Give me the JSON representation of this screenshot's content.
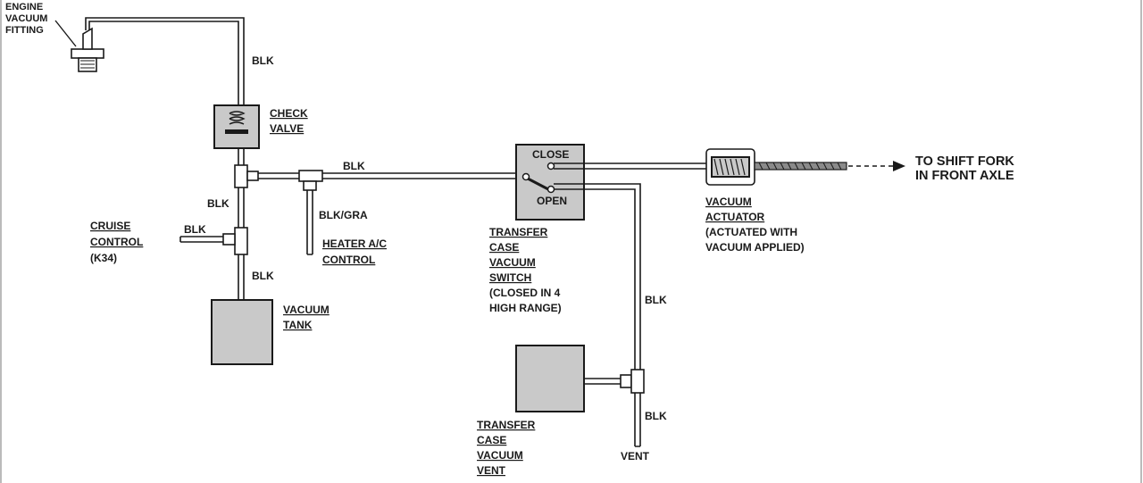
{
  "labels": {
    "engine_fitting": [
      "ENGINE",
      "VACUUM",
      "FITTING"
    ],
    "check_valve": [
      "CHECK",
      "VALVE"
    ],
    "cruise_control": [
      "CRUISE",
      "CONTROL",
      "(K34)"
    ],
    "heater_ac": [
      "HEATER A/C",
      "CONTROL"
    ],
    "vacuum_tank": [
      "VACUUM",
      "TANK"
    ],
    "switch_close": "CLOSE",
    "switch_open": "OPEN",
    "transfer_switch": [
      "TRANSFER",
      "CASE",
      "VACUUM",
      "SWITCH",
      "(CLOSED IN 4",
      "HIGH RANGE)"
    ],
    "actuator": [
      "VACUUM",
      "ACTUATOR",
      "(ACTUATED WITH",
      "VACUUM APPLIED)"
    ],
    "shift_fork": [
      "TO SHIFT FORK",
      "IN FRONT AXLE"
    ],
    "transfer_vent": [
      "TRANSFER",
      "CASE",
      "VACUUM",
      "VENT"
    ],
    "vent": "VENT"
  },
  "hose_colors": {
    "engine_to_valve": "BLK",
    "main_left": "BLK",
    "main_right": "BLK",
    "heater_branch": "BLK/GRA",
    "cruise_branch": "BLK",
    "tank_line": "BLK",
    "switch_to_vent": "BLK",
    "vent_outlet": "BLK"
  },
  "colors": {
    "line": "#1a1a1a",
    "component_fill": "#c9c9c9"
  }
}
